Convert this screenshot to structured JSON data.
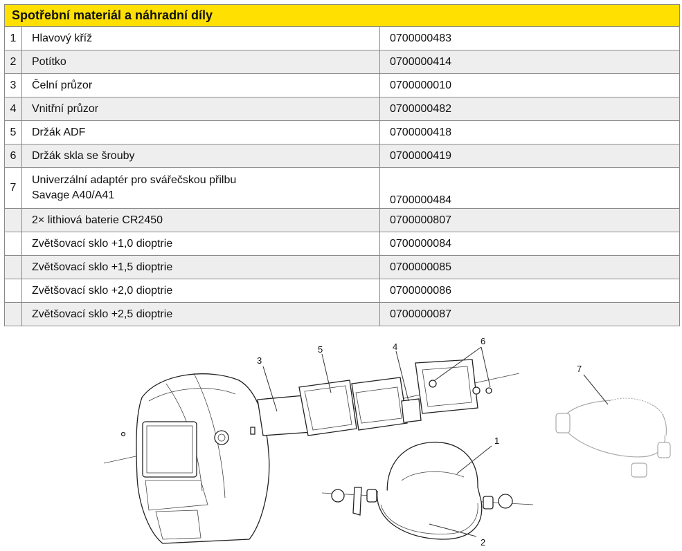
{
  "table": {
    "title": "Spotřební materiál a náhradní díly",
    "rows": [
      {
        "num": "1",
        "desc": [
          "Hlavový kříž"
        ],
        "code": "0700000483"
      },
      {
        "num": "2",
        "desc": [
          "Potítko"
        ],
        "code": "0700000414"
      },
      {
        "num": "3",
        "desc": [
          "Čelní průzor"
        ],
        "code": "0700000010"
      },
      {
        "num": "4",
        "desc": [
          "Vnitřní průzor"
        ],
        "code": "0700000482"
      },
      {
        "num": "5",
        "desc": [
          "Držák ADF"
        ],
        "code": "0700000418"
      },
      {
        "num": "6",
        "desc": [
          "Držák skla se šrouby"
        ],
        "code": "0700000419"
      },
      {
        "num": "7",
        "desc": [
          "Univerzální adaptér pro svářečskou přilbu",
          "Savage A40/A41"
        ],
        "code": "0700000484"
      },
      {
        "num": "",
        "desc": [
          "2× lithiová baterie CR2450"
        ],
        "code": "0700000807"
      },
      {
        "num": "",
        "desc": [
          "Zvětšovací sklo +1,0 dioptrie"
        ],
        "code": "0700000084"
      },
      {
        "num": "",
        "desc": [
          "Zvětšovací sklo +1,5 dioptrie"
        ],
        "code": "0700000085"
      },
      {
        "num": "",
        "desc": [
          "Zvětšovací sklo +2,0 dioptrie"
        ],
        "code": "0700000086"
      },
      {
        "num": "",
        "desc": [
          "Zvětšovací sklo +2,5 dioptrie"
        ],
        "code": "0700000087"
      }
    ]
  },
  "diagram": {
    "callouts": [
      {
        "id": "c1",
        "text": "1"
      },
      {
        "id": "c2",
        "text": "2"
      },
      {
        "id": "c3",
        "text": "3"
      },
      {
        "id": "c4",
        "text": "4"
      },
      {
        "id": "c5",
        "text": "5"
      },
      {
        "id": "c6",
        "text": "6"
      },
      {
        "id": "c7",
        "text": "7"
      }
    ]
  }
}
